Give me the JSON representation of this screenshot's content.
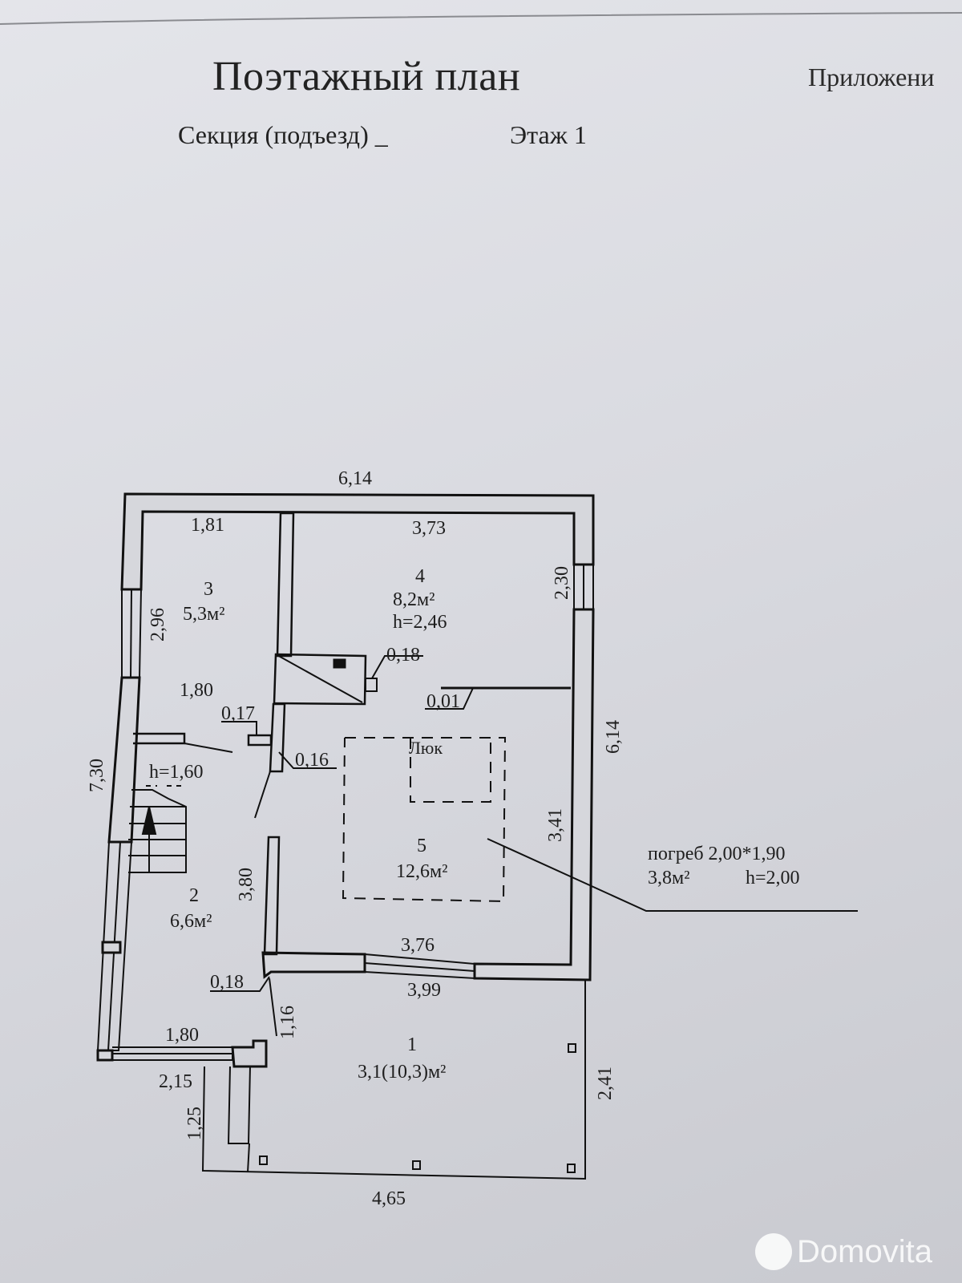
{
  "document": {
    "title": "Поэтажный план",
    "appendix": "Приложени",
    "section_label": "Секция (подъезд) _",
    "floor_label": "Этаж 1"
  },
  "plan": {
    "overall": {
      "width_top": "6,14",
      "height_left": "7,30",
      "height_right": "6,14",
      "porch_bottom": "4,65"
    },
    "rooms": [
      {
        "number": "1",
        "area": "3,1(10,3)м²"
      },
      {
        "number": "2",
        "area": "6,6м²"
      },
      {
        "number": "3",
        "area": "5,3м²"
      },
      {
        "number": "4",
        "area": "8,2м²",
        "height": "h=2,46"
      },
      {
        "number": "5",
        "area": "12,6м²"
      }
    ],
    "dimensions": {
      "room3_width": "1,81",
      "room3_height": "2,96",
      "room3_bottom_width": "1,80",
      "room4_width": "3,73",
      "room4_window": "2,30",
      "stove_offset": "0,18",
      "partition_thickness": "0,01",
      "partition_017": "0,17",
      "partition_016": "0,16",
      "stair_height": "h=1,60",
      "room2_height": "3,80",
      "room2_corner": "0,18",
      "room5_height": "3,41",
      "room5_inner_width": "3,76",
      "room5_outer_width": "3,99",
      "room2_bottom_width": "1,80",
      "porch_left_width": "2,15",
      "porch_left_height": "1,25",
      "porch_door": "1,16",
      "porch_right_height": "2,41"
    },
    "hatch_label": "Люк",
    "cellar": {
      "line1": "погреб 2,00*1,90",
      "area": "3,8м²",
      "height": "h=2,00"
    }
  },
  "watermark": {
    "brand": "Domovita"
  }
}
